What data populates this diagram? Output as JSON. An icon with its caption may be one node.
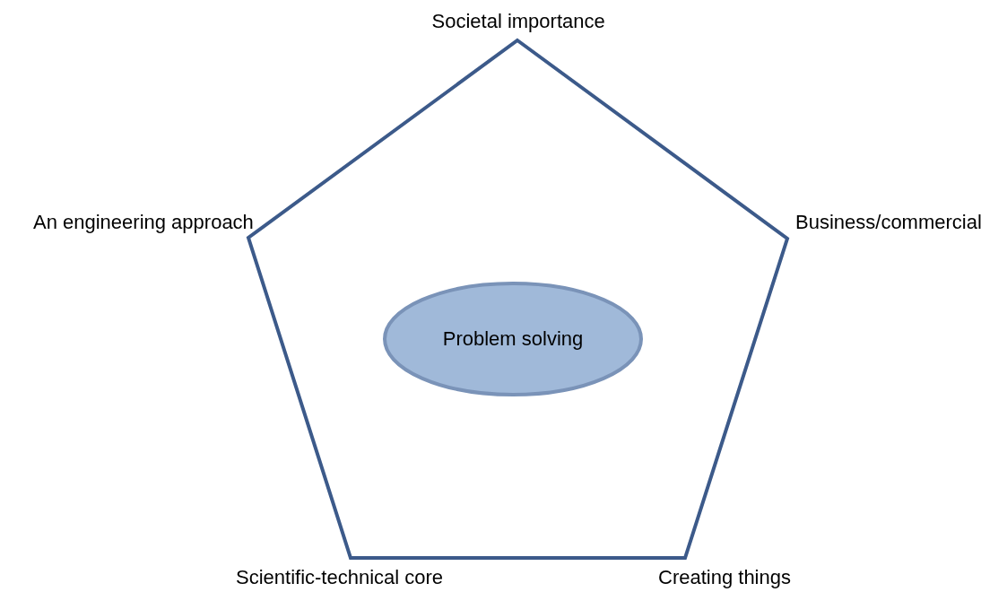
{
  "diagram": {
    "nodes": [
      {
        "text": [],
        "shape": "pentagon"
      },
      {
        "text": [
          "Problem solving"
        ],
        "in": 0
      }
    ],
    "edges": [],
    "labels": [
      "Societal importance",
      "An engineering approach",
      "Business/commercial",
      "Scientific-technical core",
      "Creating things"
    ]
  }
}
